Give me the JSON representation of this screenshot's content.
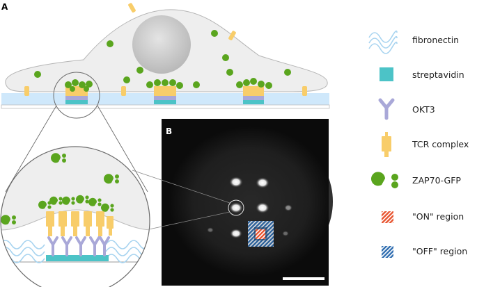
{
  "panels": {
    "a": "A",
    "b": "B"
  },
  "legend": [
    {
      "key": "fibronectin",
      "label": "fibronectin",
      "icon": "fibronectin-icon",
      "color": "#a8d4f0"
    },
    {
      "key": "streptavidin",
      "label": "streptavidin",
      "icon": "streptavidin-icon",
      "color": "#4cc3c7"
    },
    {
      "key": "okt3",
      "label": "OKT3",
      "icon": "okt3-antibody-icon",
      "color": "#a9a8d8"
    },
    {
      "key": "tcr",
      "label": "TCR complex",
      "icon": "tcr-complex-icon",
      "color": "#f8cd6a"
    },
    {
      "key": "zap70",
      "label": "ZAP70-GFP",
      "icon": "zap70-gfp-icon",
      "color": "#5aa51e"
    },
    {
      "key": "on",
      "label": "\"ON\" region",
      "icon": "on-region-icon",
      "color": "#e8532e"
    },
    {
      "key": "off",
      "label": "\"OFF\" region",
      "icon": "off-region-icon",
      "color": "#2f6db0"
    }
  ],
  "colors": {
    "cell_fill": "#eeeeee",
    "cell_stroke": "#bbbbbb",
    "substrate": "#cfe8fb",
    "nucleus": "#cccccc",
    "image_bg": "#0b0b0b",
    "scale_bar": "#ffffff"
  }
}
